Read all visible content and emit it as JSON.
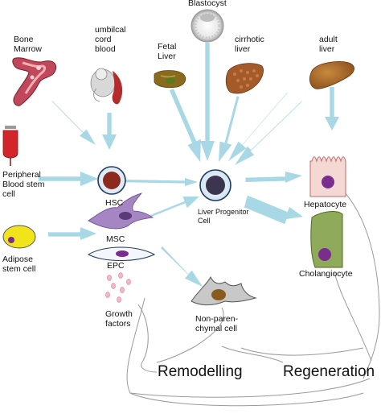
{
  "sources": {
    "bone_marrow": "Bone\nMarrow",
    "umbilical_cord_blood": "umbilcal\ncord\nblood",
    "blastocyst": "Blastocyst",
    "fetal_liver": "Fetal\nLiver",
    "cirrhotic_liver": "cirrhotic\nliver",
    "adult_liver": "adult\nliver",
    "peripheral_blood": "Peripheral\nBlood stem\ncell",
    "adipose": "Adipose\nstem cell"
  },
  "cells": {
    "hsc": "HSC",
    "msc": "MSC",
    "epc": "EPC",
    "growth_factors": "Growth\nfactors",
    "liver_progenitor": "Liver Progenitor\nCell",
    "hepatocyte": "Hepatocyte",
    "cholangiocyte": "Cholangiocyte",
    "non_parenchymal": "Non-paren-\nchymal cell"
  },
  "outcomes": {
    "remodelling": "Remodelling",
    "regeneration": "Regeneration"
  },
  "colors": {
    "arrow": "#a8d8e6",
    "bone": "#c0485a",
    "cell_ring": "#1f3a5f",
    "hsc_nucleus": "#8c2a1f",
    "lpc_nucleus": "#3c3550",
    "msc_body": "#a685c4",
    "hepatocyte_body": "#f3d8d4",
    "nucleus_purple": "#7b2c8f",
    "cholangiocyte_body": "#8eaa5a",
    "adipose_body": "#f2e41a",
    "npc_body": "#c8c8c8",
    "npc_nucleus": "#8a5a1e",
    "liver_brown": "#a55a2a",
    "blood_bag": "#d2262b"
  }
}
